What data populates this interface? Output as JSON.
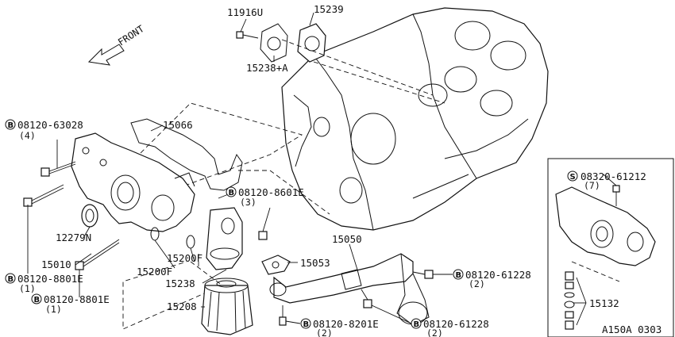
{
  "front_label": "FRONT",
  "code": "A150A 0303",
  "parts": {
    "p11916u": "11916U",
    "p15239": "15239",
    "p15238a": "15238+A",
    "p15066": "15066",
    "b63028": "08120-63028",
    "b63028_qty": "(4)",
    "b8601e": "08120-8601E",
    "b8601e_qty": "(3)",
    "p12279n": "12279N",
    "p15010": "15010",
    "b8801e_1": "08120-8801E",
    "b8801e_1_qty": "(1)",
    "b8801e_2": "08120-8801E",
    "b8801e_2_qty": "(1)",
    "p15200f_a": "15200F",
    "p15200f_b": "15200F",
    "p15238": "15238",
    "p15208": "15208",
    "p15053": "15053",
    "p15050": "15050",
    "b61228_a": "08120-61228",
    "b61228_a_qty": "(2)",
    "b8201e": "08120-8201E",
    "b8201e_qty": "(2)",
    "b61228_b": "08120-61228",
    "b61228_b_qty": "(2)",
    "s61212": "08320-61212",
    "s61212_qty": "(7)",
    "p15132": "15132"
  },
  "symbols": {
    "bolt": "B",
    "screw": "S"
  }
}
